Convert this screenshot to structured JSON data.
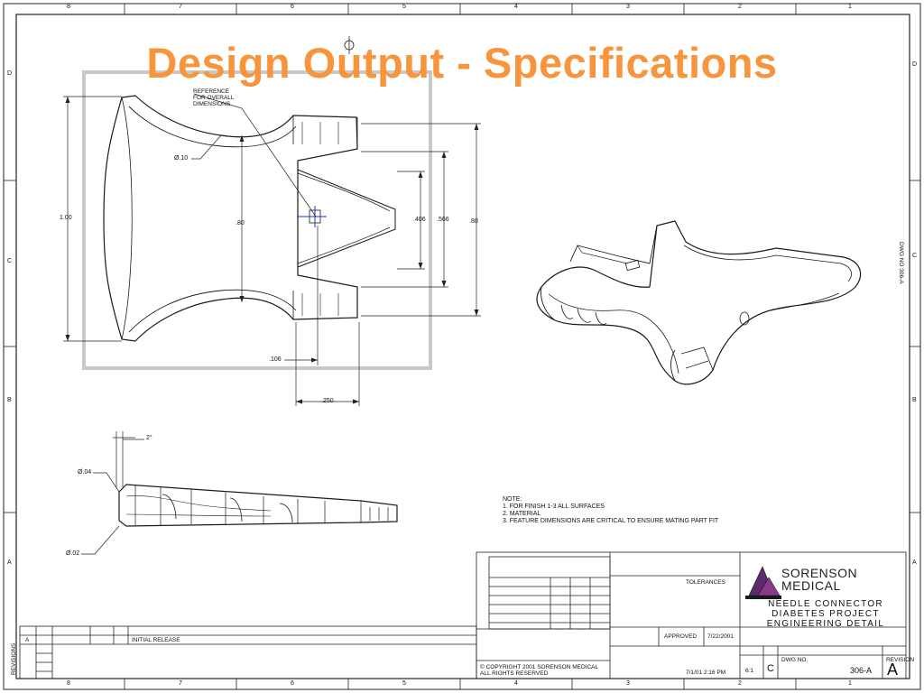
{
  "slide_title": "Design Output - Specifications",
  "border": {
    "top_zones": [
      "8",
      "7",
      "6",
      "5",
      "4",
      "3",
      "2",
      "1"
    ],
    "bottom_zones": [
      "8",
      "7",
      "6",
      "5",
      "4",
      "3",
      "2",
      "1"
    ],
    "side_zones": [
      "D",
      "C",
      "B",
      "A"
    ]
  },
  "views": {
    "top_view": {
      "callout_reference": [
        "REFERENCE",
        "FOR OVERALL",
        "DIMENSIONS"
      ],
      "radius_label": "Ø.10",
      "dim_overall_height": "1.00",
      "dim_inner_height": ".80",
      "dim_right_height": ".80",
      "dim_slot_a": ".406",
      "dim_slot_b": ".566",
      "dim_offset": ".106",
      "dim_width": ".250"
    },
    "side_view": {
      "datum_a": "Ø.04",
      "datum_b": "Ø.02",
      "angle_label": "2°"
    }
  },
  "notes": {
    "heading": "NOTE:",
    "lines": [
      "1. FOR FINISH 1-3 ALL SURFACES",
      "2. MATERIAL",
      "3. FEATURE DIMENSIONS ARE CRITICAL TO ENSURE MATING PART FIT"
    ]
  },
  "title_block": {
    "company_line1": "SORENSON",
    "company_line2": "MEDICAL",
    "title_lines": [
      "NEEDLE CONNECTOR",
      "DIABETES PROJECT",
      "ENGINEERING DETAIL"
    ],
    "tolerances_label": "TOLERANCES",
    "approved_label": "APPROVED",
    "approved_date": "7/22/2001",
    "size": "C",
    "scale": "6:1",
    "dwg_no_label": "DWG NO.",
    "dwg_no": "306-A",
    "revision": "A",
    "revision_label": "REVISION",
    "side_dwg_no": "DWG NO 306-A",
    "copyright_line1": "© COPYRIGHT 2001 SORENSON MEDICAL",
    "copyright_line2": "ALL RIGHTS RESERVED",
    "plot_date": "7/1/01 2:16 PM"
  },
  "revisions": {
    "label": "REVISIONS",
    "first_rev": "A",
    "first_desc": "INITIAL RELEASE"
  },
  "colors": {
    "title": "#f7943c",
    "line": "#1a1a1a",
    "frame": "#c8c8c8"
  }
}
